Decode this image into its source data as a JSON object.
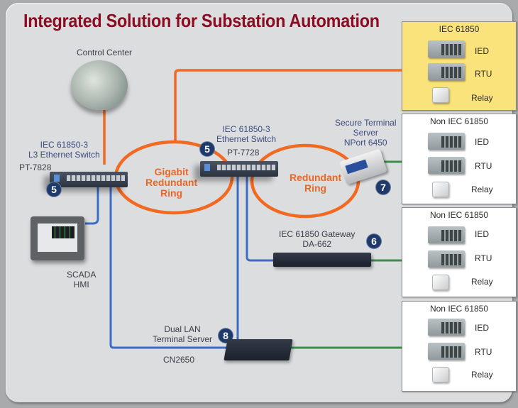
{
  "title": "Integrated Solution for Substation Automation",
  "colors": {
    "title": "#8a0d22",
    "ethernet_ring": "#f26a21",
    "lan_link": "#3d6cc5",
    "serial_link": "#3c8f4a",
    "iec_panel_bg": "#fae37a",
    "badge": "#1f3a6a"
  },
  "nodes": {
    "control_center": {
      "label": "Control Center"
    },
    "l3_switch": {
      "line1": "IEC 61850-3",
      "line2": "L3 Ethernet Switch",
      "model": "PT-7828",
      "badge": "5"
    },
    "eth_switch": {
      "line1": "IEC 61850-3",
      "line2": "Ethernet Switch",
      "model": "PT-7728",
      "badge": "5"
    },
    "terminal_server": {
      "line1": "Secure Terminal",
      "line2": "Server",
      "model": "NPort 6450",
      "badge": "7"
    },
    "gateway": {
      "line1": "IEC 61850 Gateway",
      "model": "DA-662",
      "badge": "6"
    },
    "dual_lan": {
      "line1": "Dual LAN",
      "line2": "Terminal Server",
      "model": "CN2650",
      "badge": "8"
    },
    "scada": {
      "line1": "SCADA",
      "line2": "HMI"
    }
  },
  "rings": {
    "gigabit": {
      "line1": "Gigabit",
      "line2": "Redundant",
      "line3": "Ring"
    },
    "redundant": {
      "line1": "Redundant",
      "line2": "Ring"
    }
  },
  "panels": [
    {
      "title": "IEC 61850",
      "devices": [
        "IED",
        "RTU",
        "Relay"
      ]
    },
    {
      "title": "Non IEC 61850",
      "devices": [
        "IED",
        "RTU",
        "Relay"
      ]
    },
    {
      "title": "Non IEC 61850",
      "devices": [
        "IED",
        "RTU",
        "Relay"
      ]
    },
    {
      "title": "Non IEC 61850",
      "devices": [
        "IED",
        "RTU",
        "Relay"
      ]
    }
  ]
}
